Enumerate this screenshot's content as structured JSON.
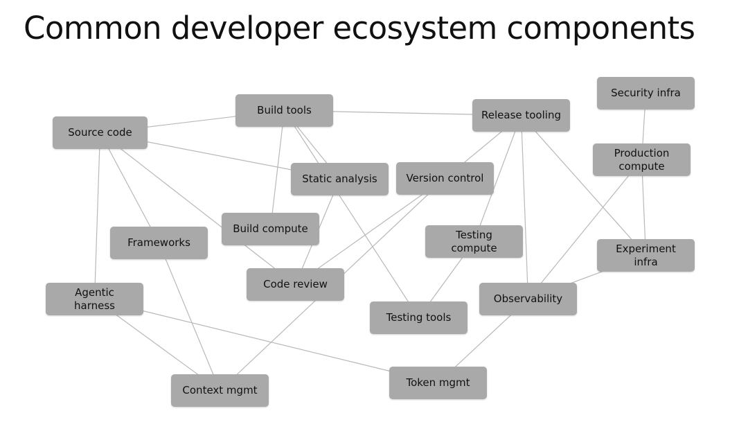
{
  "title": "Common developer ecosystem components",
  "nodes": {
    "source_code": "Source code",
    "build_tools": "Build tools",
    "release_tooling": "Release tooling",
    "security_infra": "Security infra",
    "production_compute": "Production\ncompute",
    "static_analysis": "Static analysis",
    "version_control": "Version control",
    "build_compute": "Build compute",
    "frameworks": "Frameworks",
    "testing_compute": "Testing\ncompute",
    "experiment_infra": "Experiment\ninfra",
    "code_review": "Code review",
    "agentic_harness": "Agentic\nharness",
    "observability": "Observability",
    "testing_tools": "Testing tools",
    "context_mgmt": "Context mgmt",
    "token_mgmt": "Token mgmt"
  },
  "edges": [
    [
      "source_code",
      "build_tools"
    ],
    [
      "source_code",
      "static_analysis"
    ],
    [
      "source_code",
      "frameworks"
    ],
    [
      "source_code",
      "code_review"
    ],
    [
      "source_code",
      "agentic_harness"
    ],
    [
      "build_tools",
      "release_tooling"
    ],
    [
      "build_tools",
      "static_analysis"
    ],
    [
      "build_tools",
      "build_compute"
    ],
    [
      "build_tools",
      "testing_tools"
    ],
    [
      "release_tooling",
      "version_control"
    ],
    [
      "release_tooling",
      "testing_compute"
    ],
    [
      "release_tooling",
      "observability"
    ],
    [
      "release_tooling",
      "experiment_infra"
    ],
    [
      "security_infra",
      "production_compute"
    ],
    [
      "production_compute",
      "experiment_infra"
    ],
    [
      "production_compute",
      "observability"
    ],
    [
      "static_analysis",
      "code_review"
    ],
    [
      "version_control",
      "code_review"
    ],
    [
      "version_control",
      "context_mgmt"
    ],
    [
      "testing_compute",
      "testing_tools"
    ],
    [
      "experiment_infra",
      "observability"
    ],
    [
      "frameworks",
      "context_mgmt"
    ],
    [
      "agentic_harness",
      "context_mgmt"
    ],
    [
      "agentic_harness",
      "token_mgmt"
    ],
    [
      "observability",
      "token_mgmt"
    ]
  ]
}
